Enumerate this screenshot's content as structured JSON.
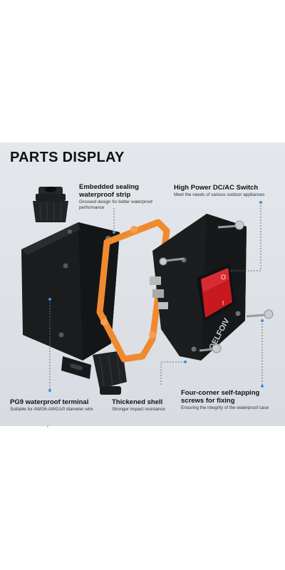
{
  "heading": "PARTS DISPLAY",
  "brand": "OELFOIV",
  "switch_marks": {
    "on": "I",
    "off": "O"
  },
  "colors": {
    "background": "#dde1e6",
    "housing": "#1b1c1e",
    "gasket": "#f08a2e",
    "switch_red": "#c8191f",
    "callout_dot": "#3a8fe0",
    "callout_line": "#6a6f77"
  },
  "callouts": [
    {
      "id": "seal",
      "title_lines": [
        "Embedded sealing",
        "waterproof strip"
      ],
      "sub_lines": [
        "Grooved design for better waterproof",
        "performance"
      ]
    },
    {
      "id": "switch",
      "title_lines": [
        "High Power DC/AC Switch"
      ],
      "sub_lines": [
        "Meet the needs of various outdoor appliances"
      ]
    },
    {
      "id": "terminal",
      "title_lines": [
        "PG9 waterproof terminal"
      ],
      "sub_lines": [
        "Suitable for AWG6-AWG1/0 diameter wire"
      ]
    },
    {
      "id": "shell",
      "title_lines": [
        "Thickened shell"
      ],
      "sub_lines": [
        "Stronger impact resistance"
      ]
    },
    {
      "id": "screws",
      "title_lines": [
        "Four-corner self-tapping",
        "screws for fixing"
      ],
      "sub_lines": [
        "Ensuring the integrity of the waterproof case"
      ]
    }
  ]
}
